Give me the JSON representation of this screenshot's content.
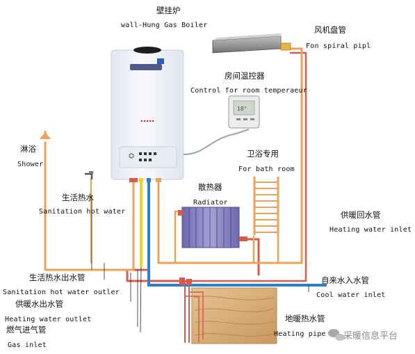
{
  "colors": {
    "background": "#ffffff",
    "hot_pipe": "#e8a25a",
    "return_pipe": "#d65b4a",
    "cold_pipe": "#2f7fc9",
    "gas_pipe": "#f2cf2a",
    "radiator": "#8b86c2",
    "towel_rail": "#e8a25a",
    "floor_wood": "#d8b07a",
    "boiler_body": "#f4f6fb"
  },
  "icons": {
    "boiler": "wall-boiler-icon",
    "fan_coil": "fan-coil-icon",
    "thermostat": "thermostat-icon",
    "shower": "shower-head-icon",
    "tap": "faucet-icon",
    "radiator": "radiator-icon",
    "towel_rail": "towel-rail-icon",
    "floor_heating": "floor-heating-coil-icon"
  },
  "labels": {
    "boiler_zh": "壁挂炉",
    "boiler_en": "wall-Hung Gas Boiler",
    "fancoil_zh": "风机盘管",
    "fancoil_en": "Fon spiral pipl",
    "thermostat_zh": "房间温控器",
    "thermostat_en": "Control for room temperaeur",
    "bath_zh": "卫浴专用",
    "bath_en": "For bath room",
    "shower_zh": "淋浴",
    "shower_en": "Shower",
    "dhw_zh": "生活热水",
    "dhw_en": "Sanitation hot water",
    "radiator_zh": "散热器",
    "radiator_en": "Radiator",
    "heating_inlet_zh": "供暖回水管",
    "heating_inlet_en": "Heating water inlet",
    "dhw_outlet_zh": "生活热水出水管",
    "dhw_outlet_en": "Sanitation hot water outler",
    "heating_outlet_zh": "供暖水出水管",
    "heating_outlet_en": "Heating water outlet",
    "gas_inlet_zh": "燃气进气管",
    "gas_inlet_en": "Gas inlet",
    "cold_inlet_zh": "自来水入水管",
    "cold_inlet_en": "Cool water inlet",
    "floor_zh": "地暖热水管",
    "floor_en": "Heating pipe"
  },
  "watermark": {
    "text": "采暖信息平台",
    "icon": "wechat-icon"
  }
}
